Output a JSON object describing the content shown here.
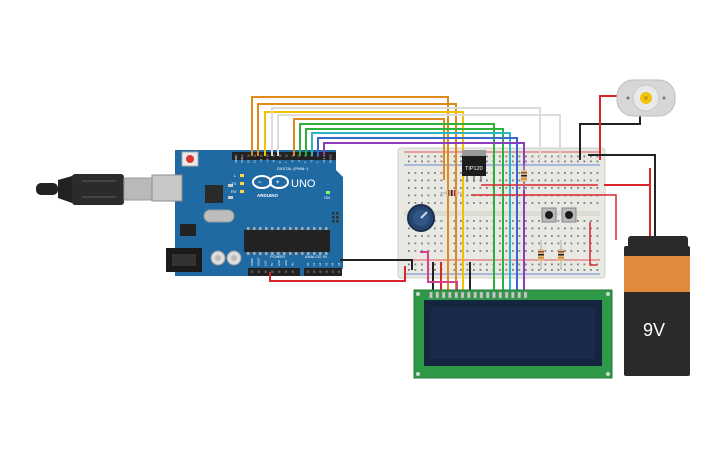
{
  "arduino": {
    "brand": "UNO",
    "logo_text": "ARDUINO",
    "digital_header": "DIGITAL (PWM~)",
    "power_header": "POWER",
    "analog_header": "ANALOG IN",
    "pin_labels": [
      "AREF",
      "GND",
      "13",
      "12",
      "~11",
      "~10",
      "~9",
      "8",
      "7",
      "~6",
      "~5",
      "4",
      "~3",
      "2",
      "TX 1",
      "RX 0"
    ],
    "power_pins": [
      "IOREF",
      "RESET",
      "3.3V",
      "5V",
      "GND",
      "GND",
      "Vin"
    ],
    "analog_pins": [
      "A0",
      "A1",
      "A2",
      "A3",
      "A4",
      "A5"
    ],
    "led_labels": [
      "L",
      "TX",
      "RX"
    ],
    "on_label": "ON",
    "board_color": "#1f6aa3"
  },
  "transistor": {
    "label": "TIP120"
  },
  "battery": {
    "label": "9V",
    "body_color": "#2a2a2a",
    "top_color": "#e08a3c"
  },
  "lcd": {
    "screen_color": "#1b2a4a",
    "pcb_color": "#2e9a47"
  },
  "motor": {
    "hub_color": "#f1c40f"
  },
  "wire_colors": {
    "orange": "#e08a1e",
    "yellow": "#f2c200",
    "white": "#dcdcdc",
    "green": "#2fb03a",
    "cyan": "#2bb6c7",
    "blue": "#3a66d1",
    "purple": "#8b3dbd",
    "red": "#d9262b",
    "black": "#222222",
    "pink": "#d4418a"
  }
}
